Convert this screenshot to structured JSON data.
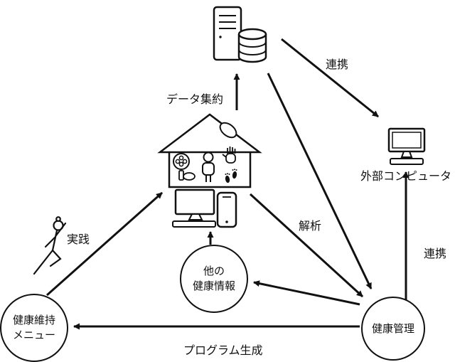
{
  "diagram": {
    "background": "#ffffff",
    "stroke_color": "#111111",
    "labels": {
      "data_aggregation": "データ集約",
      "link_top": "連携",
      "external_computer": "外部コンピュータ",
      "practice": "実践",
      "analysis": "解析",
      "link_right": "連携",
      "program_generation": "プログラム生成"
    },
    "nodes": {
      "other_health_info_line1": "他の",
      "other_health_info_line2": "健康情報",
      "health_menu_line1": "健康維持",
      "health_menu_line2": "メニュー",
      "health_management": "健康管理"
    },
    "icons": {
      "server": "server-database-icon",
      "house": "house-health-sensors-icon",
      "monitor": "desktop-monitor-icon",
      "smartphone": "smartphone-icon",
      "exerciser": "stretching-person-icon",
      "external_pc": "external-computer-icon"
    }
  }
}
